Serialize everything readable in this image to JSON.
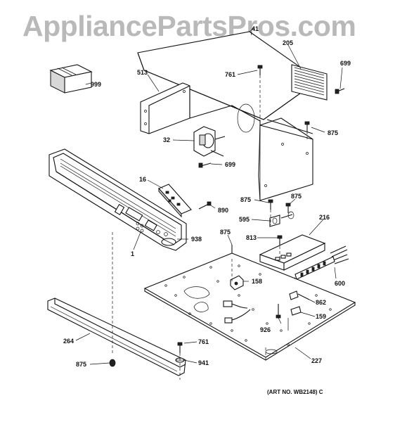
{
  "watermark": "AppliancePartsPros.com",
  "art_number": "(ART NO. WB2148) C",
  "callouts": {
    "c41": "41",
    "c205": "205",
    "c699a": "699",
    "c999": "999",
    "c513": "513",
    "c761a": "761",
    "c875a": "875",
    "c32": "32",
    "c699b": "699",
    "c16": "16",
    "c875b": "875",
    "c875c": "875",
    "c890": "890",
    "c595": "595",
    "c216": "216",
    "c875d": "875",
    "c813": "813",
    "c938": "938",
    "c1": "1",
    "c158": "158",
    "c600": "600",
    "c862": "862",
    "c159": "159",
    "c926": "926",
    "c264": "264",
    "c761b": "761",
    "c941": "941",
    "c875e": "875",
    "c227": "227"
  }
}
